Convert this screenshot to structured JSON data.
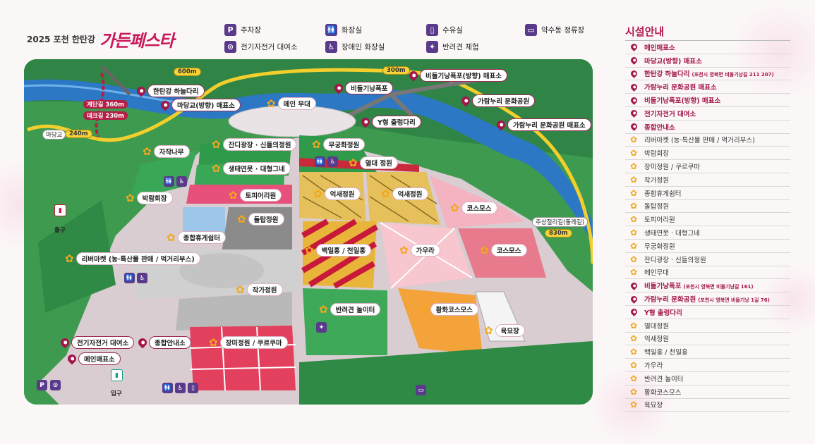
{
  "header": {
    "prefix": "2025 포천 한탄강",
    "logo": "가든페스타"
  },
  "legend": [
    {
      "icon": "parking-icon",
      "symbol": "P",
      "label": "주차장"
    },
    {
      "icon": "restroom-icon",
      "symbol": "🚻",
      "label": "화장실"
    },
    {
      "icon": "water-tap-icon",
      "symbol": "▯",
      "label": "수유실"
    },
    {
      "icon": "bus-icon",
      "symbol": "▭",
      "label": "약수동 정류장"
    },
    {
      "icon": "bicycle-icon",
      "symbol": "⊙",
      "label": "전기자전거 대여소"
    },
    {
      "icon": "accessible-restroom-icon",
      "symbol": "♿",
      "label": "장애인 화장실"
    },
    {
      "icon": "pet-icon",
      "symbol": "✦",
      "label": "반려견 체험"
    }
  ],
  "map": {
    "distances": {
      "d600": "600m",
      "d300": "300m",
      "d830": "830m",
      "d240": "240m"
    },
    "stairs": {
      "label": "계단길 360m"
    },
    "deck": {
      "label": "데크길 230m"
    },
    "madanggyo": "마당교",
    "trail": "주상절리길(둘레길)",
    "exit": "출구",
    "entrance": "입구",
    "pins": {
      "hanuldari": "한탄강 하늘다리",
      "madang_ticket": "마당교(방향) 매표소",
      "bidulgi_ticket": "비둘기낭폭포(방향) 매표소",
      "bidulgi_falls": "비둘기낭폭포",
      "garamnuri": "가람누리 문화공원",
      "y_bridge": "Y형 출렁다리",
      "garamnuri_ticket": "가람누리 문화공원 매표소",
      "ebike": "전기자전거 대여소",
      "info_center": "종합안내소",
      "main_ticket": "메인매표소"
    },
    "zones": {
      "main_stage": "메인 무대",
      "jandi": "잔디광장 · 신들의정원",
      "saengtae": "생태연못 · 대형그네",
      "mugung": "무궁화정원",
      "yeoldae": "열대 정원",
      "topiary": "토피어리원",
      "jaseok": "자작나무",
      "bakram": "박람회장",
      "eoksae1": "억새정원",
      "eoksae2": "억새정원",
      "doltap": "돌탑정원",
      "kosmos1": "코스모스",
      "kosmos2": "코스모스",
      "rest": "종합휴게쉼터",
      "baekil": "백일홍 / 천일홍",
      "gaura": "가우라",
      "market": "리버마켓 (농·특산물 판매 / 먹거리부스)",
      "jakga": "작가정원",
      "bannyeon": "반려견 놀이터",
      "hwanghwa": "황화코스모스",
      "yukmyo": "육묘장",
      "jangmi": "장미정원 / 쿠르쿠마"
    }
  },
  "panel": {
    "title": "시설안내",
    "items": [
      {
        "type": "pin",
        "name": "메인매표소",
        "addr": ""
      },
      {
        "type": "pin",
        "name": "마당교(방향) 매표소",
        "addr": ""
      },
      {
        "type": "pin",
        "name": "한탄강 하늘다리",
        "addr": "(포천시 영북면 비둘기낭길 211 207)"
      },
      {
        "type": "pin",
        "name": "가람누리 문화공원 매표소",
        "addr": ""
      },
      {
        "type": "pin",
        "name": "비둘기낭폭포(방향) 매표소",
        "addr": ""
      },
      {
        "type": "pin",
        "name": "전기자전거 대여소",
        "addr": ""
      },
      {
        "type": "pin",
        "name": "종합안내소",
        "addr": ""
      },
      {
        "type": "flower",
        "name": "리버마켓 (농·특산물 판매 / 먹거리부스)",
        "addr": ""
      },
      {
        "type": "flower",
        "name": "박람회장",
        "addr": ""
      },
      {
        "type": "flower",
        "name": "장미정원 / 쿠르쿠마",
        "addr": ""
      },
      {
        "type": "flower",
        "name": "작가정원",
        "addr": ""
      },
      {
        "type": "flower",
        "name": "종합휴게쉼터",
        "addr": ""
      },
      {
        "type": "flower",
        "name": "돌탑정원",
        "addr": ""
      },
      {
        "type": "flower",
        "name": "토피어리원",
        "addr": ""
      },
      {
        "type": "flower",
        "name": "생태연못 · 대형그네",
        "addr": ""
      },
      {
        "type": "flower",
        "name": "무궁화정원",
        "addr": ""
      },
      {
        "type": "flower",
        "name": "잔디광장 · 신들의정원",
        "addr": ""
      },
      {
        "type": "flower",
        "name": "메인무대",
        "addr": ""
      },
      {
        "type": "pin",
        "name": "비둘기낭폭포",
        "addr": "(포천시 영북면 비둘기낭길 161)"
      },
      {
        "type": "pin",
        "name": "가람누리 문화공원",
        "addr": "(포천시 영북면 비둘기낭 1길 76)"
      },
      {
        "type": "pin",
        "name": "Y형 출렁다리",
        "addr": ""
      },
      {
        "type": "flower",
        "name": "열대정원",
        "addr": ""
      },
      {
        "type": "flower",
        "name": "억새정원",
        "addr": ""
      },
      {
        "type": "flower",
        "name": "백일홍 / 천일홍",
        "addr": ""
      },
      {
        "type": "flower",
        "name": "가우라",
        "addr": ""
      },
      {
        "type": "flower",
        "name": "반려견 놀이터",
        "addr": ""
      },
      {
        "type": "flower",
        "name": "황화코스모스",
        "addr": ""
      },
      {
        "type": "flower",
        "name": "육묘장",
        "addr": ""
      }
    ]
  }
}
